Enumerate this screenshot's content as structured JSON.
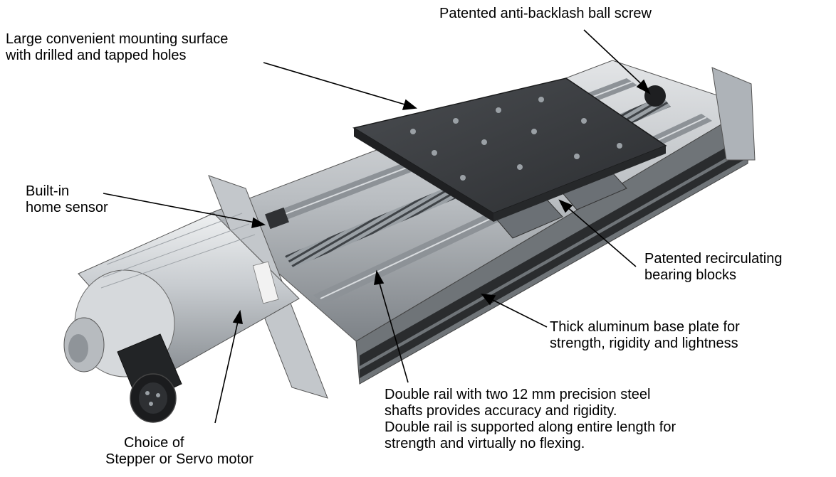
{
  "callouts": {
    "ball_screw": [
      "Patented anti-backlash ball screw"
    ],
    "mounting_surface": [
      "Large convenient mounting surface",
      "with drilled and tapped holes"
    ],
    "home_sensor": [
      "Built-in",
      "home sensor"
    ],
    "bearing_blocks": [
      "Patented recirculating",
      "bearing blocks"
    ],
    "base_plate": [
      "Thick aluminum base plate for",
      "strength, rigidity and lightness"
    ],
    "double_rail": [
      "Double rail with two 12 mm precision steel",
      "shafts provides accuracy and rigidity.",
      "Double rail is supported along entire length for",
      "strength and virtually no flexing."
    ],
    "motor": [
      "Choice of",
      "Stepper or Servo motor"
    ]
  },
  "colors": {
    "line": "#000000",
    "aluminum": "#c9cccf",
    "aluminum_dark": "#8c9196",
    "plate": "#3a3c3f",
    "rail": "#6f7478"
  }
}
